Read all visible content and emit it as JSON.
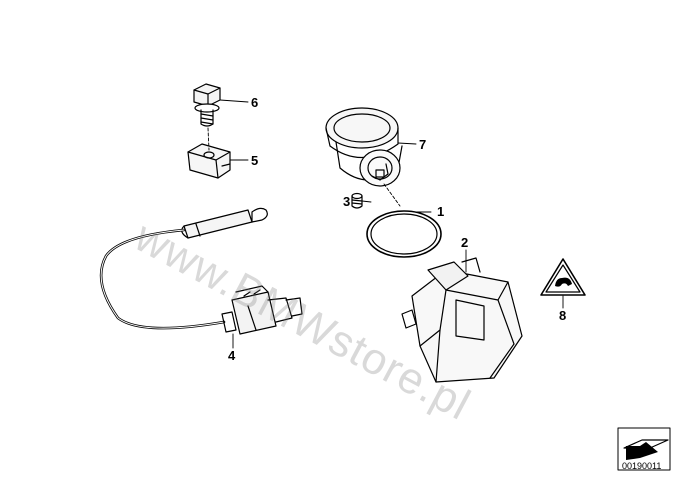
{
  "diagram": {
    "callouts": [
      {
        "id": "c1",
        "text": "1"
      },
      {
        "id": "c2",
        "text": "2"
      },
      {
        "id": "c3",
        "text": "3"
      },
      {
        "id": "c4",
        "text": "4"
      },
      {
        "id": "c5",
        "text": "5"
      },
      {
        "id": "c6",
        "text": "6"
      },
      {
        "id": "c7",
        "text": "7"
      },
      {
        "id": "c8",
        "text": "8"
      }
    ],
    "watermark": "www.BMWstore.pl",
    "figure_code": "00190011"
  },
  "colors": {
    "line": "#000000",
    "watermark": "#8a8a8a",
    "background": "#ffffff"
  }
}
